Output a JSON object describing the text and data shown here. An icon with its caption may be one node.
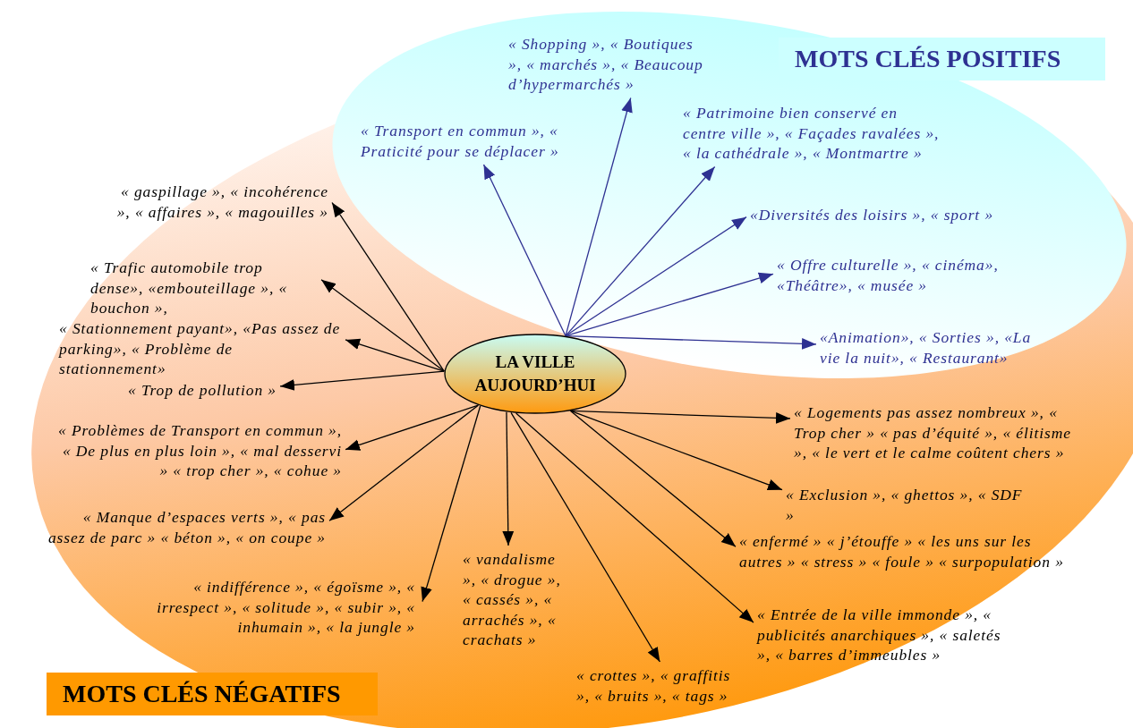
{
  "diagram": {
    "nodes": [
      {
        "text": [
          "LA VILLE AUJOURD’HUI"
        ]
      },
      {
        "text": [
          "« Transport en commun », « Praticité pour se déplacer »"
        ]
      },
      {
        "text": [
          "« Shopping », « Boutiques », « marchés », « Beaucoup d’hypermarchés »"
        ]
      },
      {
        "text": [
          "« Patrimoine bien conservé en centre ville », « Façades ravalées », « la cathédrale », « Montmartre »"
        ]
      },
      {
        "text": [
          "«Diversités des loisirs », « sport »"
        ]
      },
      {
        "text": [
          "« Offre culturelle », « cinéma», «Théâtre», « musée »"
        ]
      },
      {
        "text": [
          "«Animation», « Sorties », «La vie la nuit», « Restaurant»"
        ]
      },
      {
        "text": [
          "« gaspillage », « incohérence », « affaires », « magouilles »"
        ]
      },
      {
        "text": [
          "« Trafic automobile trop dense», «embouteillage », « bouchon »,"
        ]
      },
      {
        "text": [
          "« Stationnement payant», «Pas assez de parking», « Problème de stationnement»"
        ]
      },
      {
        "text": [
          "« Trop de pollution »"
        ]
      },
      {
        "text": [
          "« Problèmes de Transport en commun », « De plus en plus loin », « mal desservi » « trop cher », « cohue »"
        ]
      },
      {
        "text": [
          "« Manque d’espaces verts », « pas assez de parc » « béton », « on coupe »"
        ]
      },
      {
        "text": [
          "« indifférence », « égoïsme », « irrespect », « solitude », « subir », « inhumain », « la jungle »"
        ]
      },
      {
        "text": [
          "« vandalisme », « drogue », « cassés », « arrachés », « crachats »"
        ]
      },
      {
        "text": [
          "« crottes », « graffitis », « bruits », « tags »"
        ]
      },
      {
        "text": [
          "« Logements pas assez nombreux », « Trop cher » « pas d’équité », « élitisme », « le vert et le calme coûtent chers »"
        ]
      },
      {
        "text": [
          "« Exclusion », « ghettos », « SDF »"
        ]
      },
      {
        "text": [
          "« enfermé » « j’étouffe » « les uns sur les autres » « stress » « foule » « surpopulation »"
        ]
      },
      {
        "text": [
          "« Entrée de la ville immonde », « publicités anarchiques », « saletés », « barres d’immeubles »"
        ]
      }
    ],
    "edges": [
      {
        "from": 0,
        "to": 1,
        "arrow": "to",
        "color": "#2e3192"
      },
      {
        "from": 0,
        "to": 2,
        "arrow": "to",
        "color": "#2e3192"
      },
      {
        "from": 0,
        "to": 3,
        "arrow": "to",
        "color": "#2e3192"
      },
      {
        "from": 0,
        "to": 4,
        "arrow": "to",
        "color": "#2e3192"
      },
      {
        "from": 0,
        "to": 5,
        "arrow": "to",
        "color": "#2e3192"
      },
      {
        "from": 0,
        "to": 6,
        "arrow": "to",
        "color": "#2e3192"
      },
      {
        "from": 0,
        "to": 7,
        "arrow": "to"
      },
      {
        "from": 0,
        "to": 8,
        "arrow": "to"
      },
      {
        "from": 0,
        "to": 9,
        "arrow": "to"
      },
      {
        "from": 0,
        "to": 10,
        "arrow": "to"
      },
      {
        "from": 0,
        "to": 11,
        "arrow": "to"
      },
      {
        "from": 0,
        "to": 12,
        "arrow": "to"
      },
      {
        "from": 0,
        "to": 13,
        "arrow": "to"
      },
      {
        "from": 0,
        "to": 14,
        "arrow": "to"
      },
      {
        "from": 0,
        "to": 15,
        "arrow": "to"
      },
      {
        "from": 0,
        "to": 16,
        "arrow": "to"
      },
      {
        "from": 0,
        "to": 17,
        "arrow": "to"
      },
      {
        "from": 0,
        "to": 18,
        "arrow": "to"
      },
      {
        "from": 0,
        "to": 19,
        "arrow": "to"
      }
    ],
    "labels": [
      "MOTS CLÉS POSITIFS",
      "MOTS CLÉS NÉGATIFS"
    ]
  }
}
